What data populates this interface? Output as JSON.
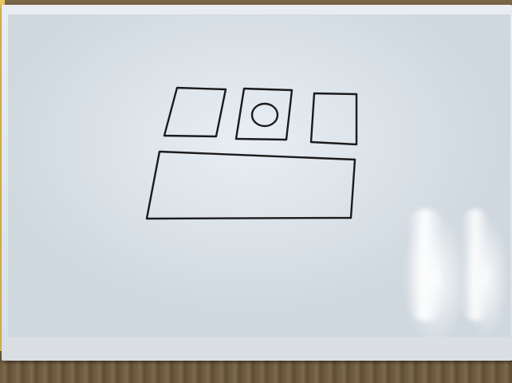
{
  "scene": {
    "description_free": true,
    "colors": {
      "board": "#d7e0e6",
      "frame": "#e4e8eb",
      "ink": "#1c1a1a",
      "table": "#6b5a3e",
      "sticky_note": "#e8c860"
    },
    "sketch": {
      "top_boxes": 3,
      "circle_in_box": 2,
      "bottom_boxes": 1
    }
  }
}
